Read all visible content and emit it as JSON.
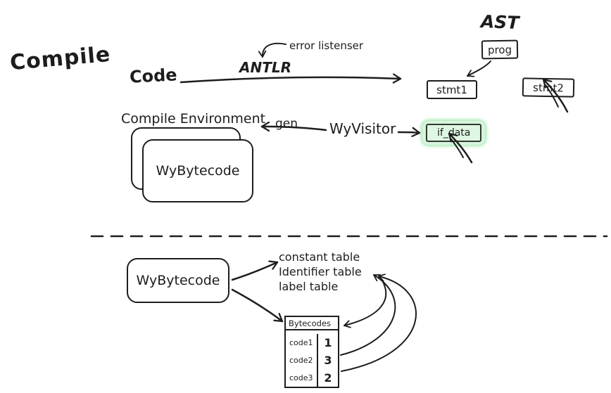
{
  "colors": {
    "ink": "#1d1d1d",
    "highlight_fill": "#d6f5dc",
    "highlight_glow": "#a3e9b1"
  },
  "title": "Compile",
  "top": {
    "code": "Code",
    "antlr": "ANTLR",
    "error_listener": "error listenser",
    "ast": "AST",
    "prog": "prog",
    "stmt1": "stmt1",
    "stmt2": "stmt2",
    "compile_environment": "Compile Environment",
    "wybytecode": "WyBytecode",
    "gen": "gen",
    "wyvisitor": "WyVisitor",
    "if_data": "if_data"
  },
  "bottom": {
    "wybytecode": "WyBytecode",
    "tables": [
      "constant table",
      "Identifier table",
      "label table"
    ],
    "bytecodes": {
      "header": "Bytecodes",
      "rows": [
        {
          "code": "code1",
          "num": "1"
        },
        {
          "code": "code2",
          "num": "3"
        },
        {
          "code": "code3",
          "num": "2"
        }
      ]
    }
  }
}
